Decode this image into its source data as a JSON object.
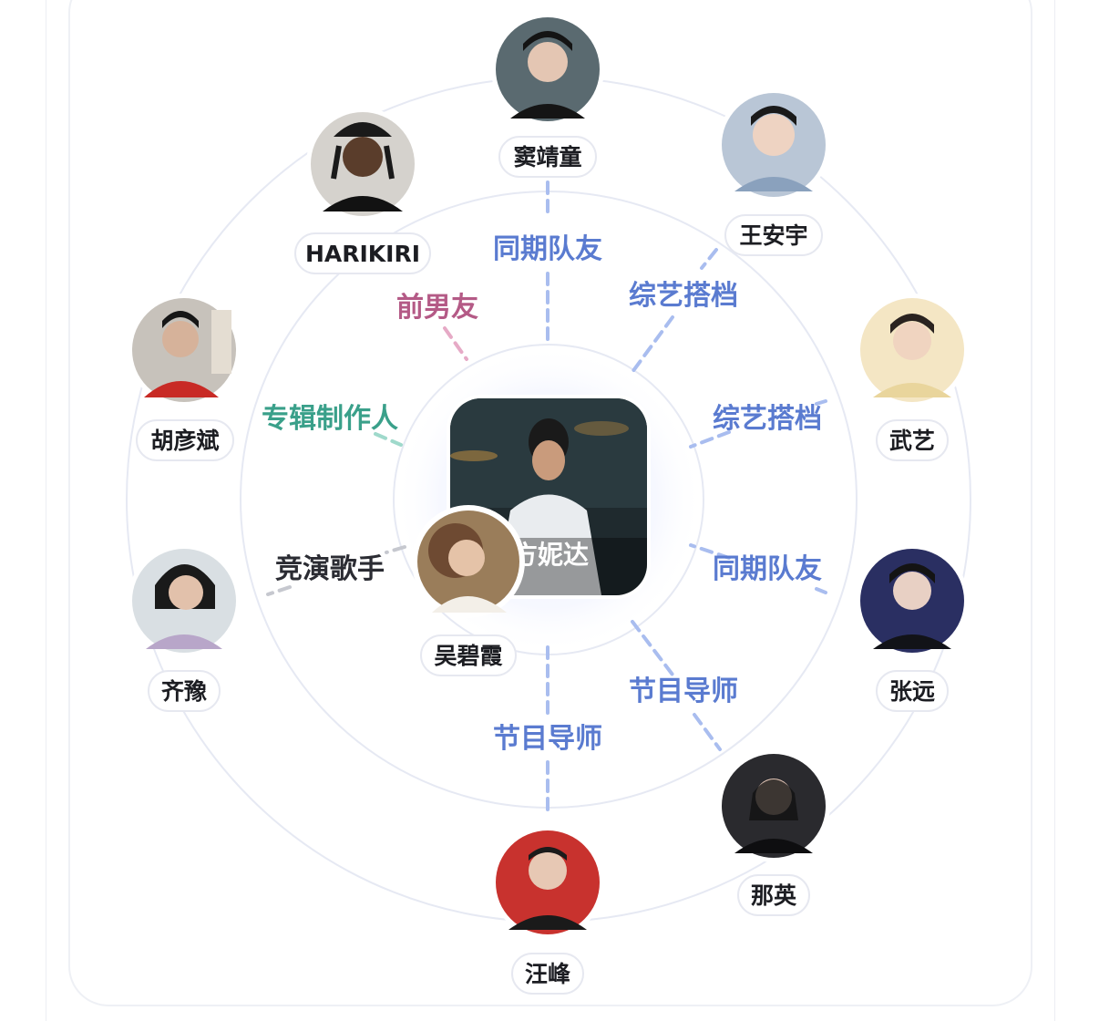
{
  "center": {
    "name": "方妮达",
    "icon": "portrait-photo"
  },
  "colors": {
    "blue_label": "#5a7bd0",
    "blue_line": "#a9bdef",
    "pink_label": "#b45a86",
    "pink_line": "#e6aac6",
    "teal_label": "#3aa08a",
    "teal_line": "#9fd9cb",
    "gray_label": "#2b2c33",
    "gray_line": "#c6c8cf",
    "ring": "#e6e9f3"
  },
  "people": [
    {
      "id": "dou",
      "name": "窦靖童",
      "relation": "同期队友",
      "relation_color": "blue",
      "avatar_bg": "#5a6a70"
    },
    {
      "id": "wang-anyu",
      "name": "王安宇",
      "relation": "综艺搭档",
      "relation_color": "blue",
      "avatar_bg": "#b9c6d6"
    },
    {
      "id": "wuyi",
      "name": "武艺",
      "relation": "综艺搭档",
      "relation_color": "blue",
      "avatar_bg": "#e9d59c"
    },
    {
      "id": "zhangyuan",
      "name": "张远",
      "relation": "同期队友",
      "relation_color": "blue",
      "avatar_bg": "#2a2f62"
    },
    {
      "id": "naying",
      "name": "那英",
      "relation": "节目导师",
      "relation_color": "blue",
      "avatar_bg": "#2a2a2e"
    },
    {
      "id": "wangfeng",
      "name": "汪峰",
      "relation": "节目导师",
      "relation_color": "blue",
      "avatar_bg": "#c8322e"
    },
    {
      "id": "wubixia",
      "name": "吴碧霞",
      "relation": "",
      "relation_color": "",
      "avatar_bg": "#9a7d5a"
    },
    {
      "id": "qiyu",
      "name": "齐豫",
      "relation": "竞演歌手",
      "relation_color": "gray",
      "avatar_bg": "#b8a6c9"
    },
    {
      "id": "huyanbin",
      "name": "胡彦斌",
      "relation": "专辑制作人",
      "relation_color": "teal",
      "avatar_bg": "#c7c2bb"
    },
    {
      "id": "harikiri",
      "name": "HARIKIRI",
      "relation": "前男友",
      "relation_color": "pink",
      "avatar_bg": "#3c3a38"
    }
  ]
}
